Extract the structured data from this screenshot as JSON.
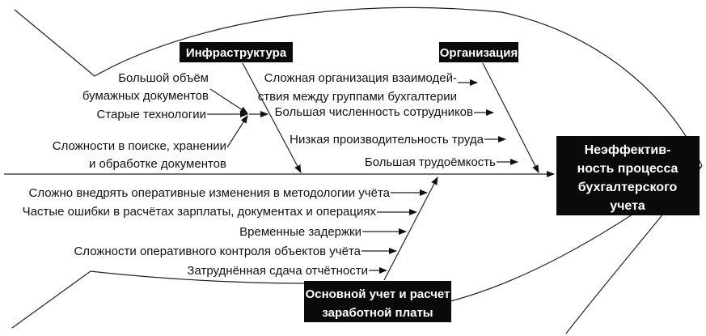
{
  "effect": {
    "lines": [
      "Неэффектив-",
      "ность процесса",
      "бухгалтерского",
      "учета"
    ]
  },
  "categories": {
    "infrastructure": {
      "label": "Инфраструктура",
      "causes": [
        {
          "lines": [
            "Большой объём",
            "бумажных документов"
          ]
        },
        {
          "lines": [
            "Старые технологии"
          ]
        },
        {
          "lines": [
            "Сложности в поиске, хранении",
            "и обработке документов"
          ]
        }
      ]
    },
    "organization": {
      "label": "Организация",
      "causes": [
        {
          "lines": [
            "Сложная организация взаимодей-",
            "ствия между группами бухгалтерии"
          ]
        },
        {
          "lines": [
            "Большая численность сотрудников"
          ]
        },
        {
          "lines": [
            "Низкая производительность труда"
          ]
        },
        {
          "lines": [
            "Большая трудоёмкость"
          ]
        }
      ]
    },
    "accounting": {
      "label_lines": [
        "Основной учет и расчет",
        "заработной платы"
      ],
      "causes": [
        {
          "lines": [
            "Сложно внедрять оперативные изменения в методологии учёта"
          ]
        },
        {
          "lines": [
            "Частые ошибки в расчётах зарплаты, документах и операциях"
          ]
        },
        {
          "lines": [
            "Временные задержки"
          ]
        },
        {
          "lines": [
            "Сложности оперативного контроля объектов учёта"
          ]
        },
        {
          "lines": [
            "Затруднённая сдача отчётности"
          ]
        }
      ]
    }
  }
}
